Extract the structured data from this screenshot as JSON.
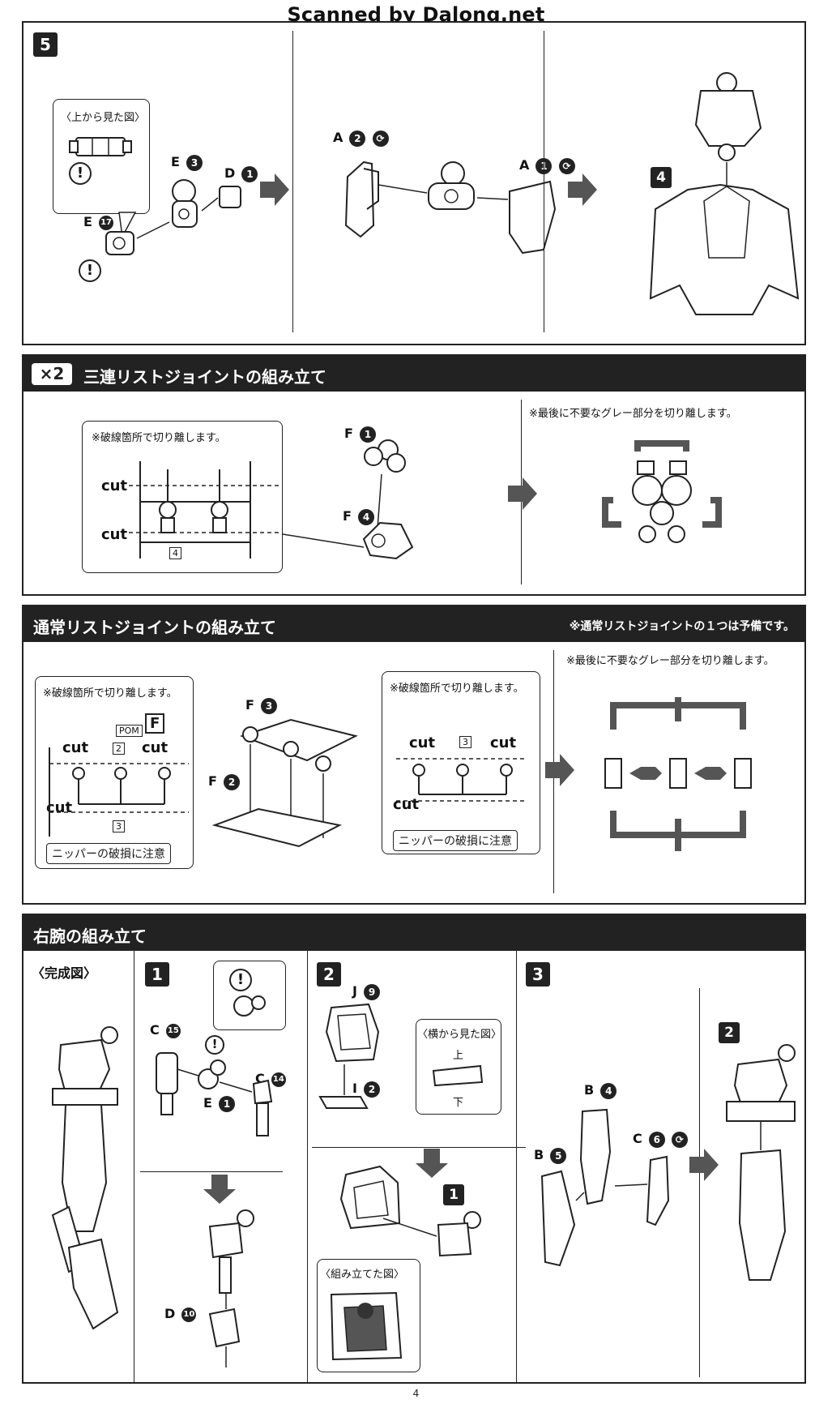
{
  "watermark": "Scanned by Dalong.net",
  "page_number": "4",
  "step5": {
    "badge": "5",
    "callout_title": "〈上から見た図〉",
    "parts": {
      "e3": {
        "letter": "E",
        "num": "3"
      },
      "d1": {
        "letter": "D",
        "num": "1"
      },
      "e17": {
        "letter": "E",
        "num": "17"
      },
      "a2": {
        "letter": "A",
        "num": "2"
      },
      "a1": {
        "letter": "A",
        "num": "1"
      }
    },
    "sub_badge": "4",
    "warn": "!"
  },
  "triple_wrist": {
    "badge": "×2",
    "title": "三連リストジョイントの組み立て",
    "cut_note": "※破線箇所で切り離します。",
    "cut_label": "cut",
    "runner_tag": "4",
    "parts": {
      "f1": {
        "letter": "F",
        "num": "1"
      },
      "f4": {
        "letter": "F",
        "num": "4"
      }
    },
    "final_note": "※最後に不要なグレー部分を切り離します。"
  },
  "normal_wrist": {
    "title": "通常リストジョイントの組み立て",
    "header_note": "※通常リストジョイントの１つは予備です。",
    "cut_note_left": "※破線箇所で切り離します。",
    "cut_note_right": "※破線箇所で切り離します。",
    "cut_label": "cut",
    "pom": "POM",
    "runner_letter": "F",
    "tag2": "2",
    "tag3": "3",
    "nipper_warning": "ニッパーの破損に注意",
    "parts": {
      "f3": {
        "letter": "F",
        "num": "3"
      },
      "f2": {
        "letter": "F",
        "num": "2"
      }
    },
    "final_note": "※最後に不要なグレー部分を切り離します。"
  },
  "right_arm": {
    "title": "右腕の組み立て",
    "complete_label": "〈完成図〉",
    "step1": {
      "badge": "1",
      "parts": {
        "c15": {
          "letter": "C",
          "num": "15"
        },
        "c14": {
          "letter": "C",
          "num": "14"
        },
        "e1": {
          "letter": "E",
          "num": "1"
        },
        "d10": {
          "letter": "D",
          "num": "10"
        }
      }
    },
    "step2": {
      "badge": "2",
      "side_view": "〈横から見た図〉",
      "top": "上",
      "bottom": "下",
      "assembled": "〈組み立てた図〉",
      "sub_badge": "1",
      "parts": {
        "j9": {
          "letter": "J",
          "num": "9"
        },
        "i2": {
          "letter": "I",
          "num": "2"
        }
      }
    },
    "step3": {
      "badge": "3",
      "sub_badge": "2",
      "parts": {
        "b4": {
          "letter": "B",
          "num": "4"
        },
        "b5": {
          "letter": "B",
          "num": "5"
        },
        "c6": {
          "letter": "C",
          "num": "6"
        }
      }
    }
  }
}
